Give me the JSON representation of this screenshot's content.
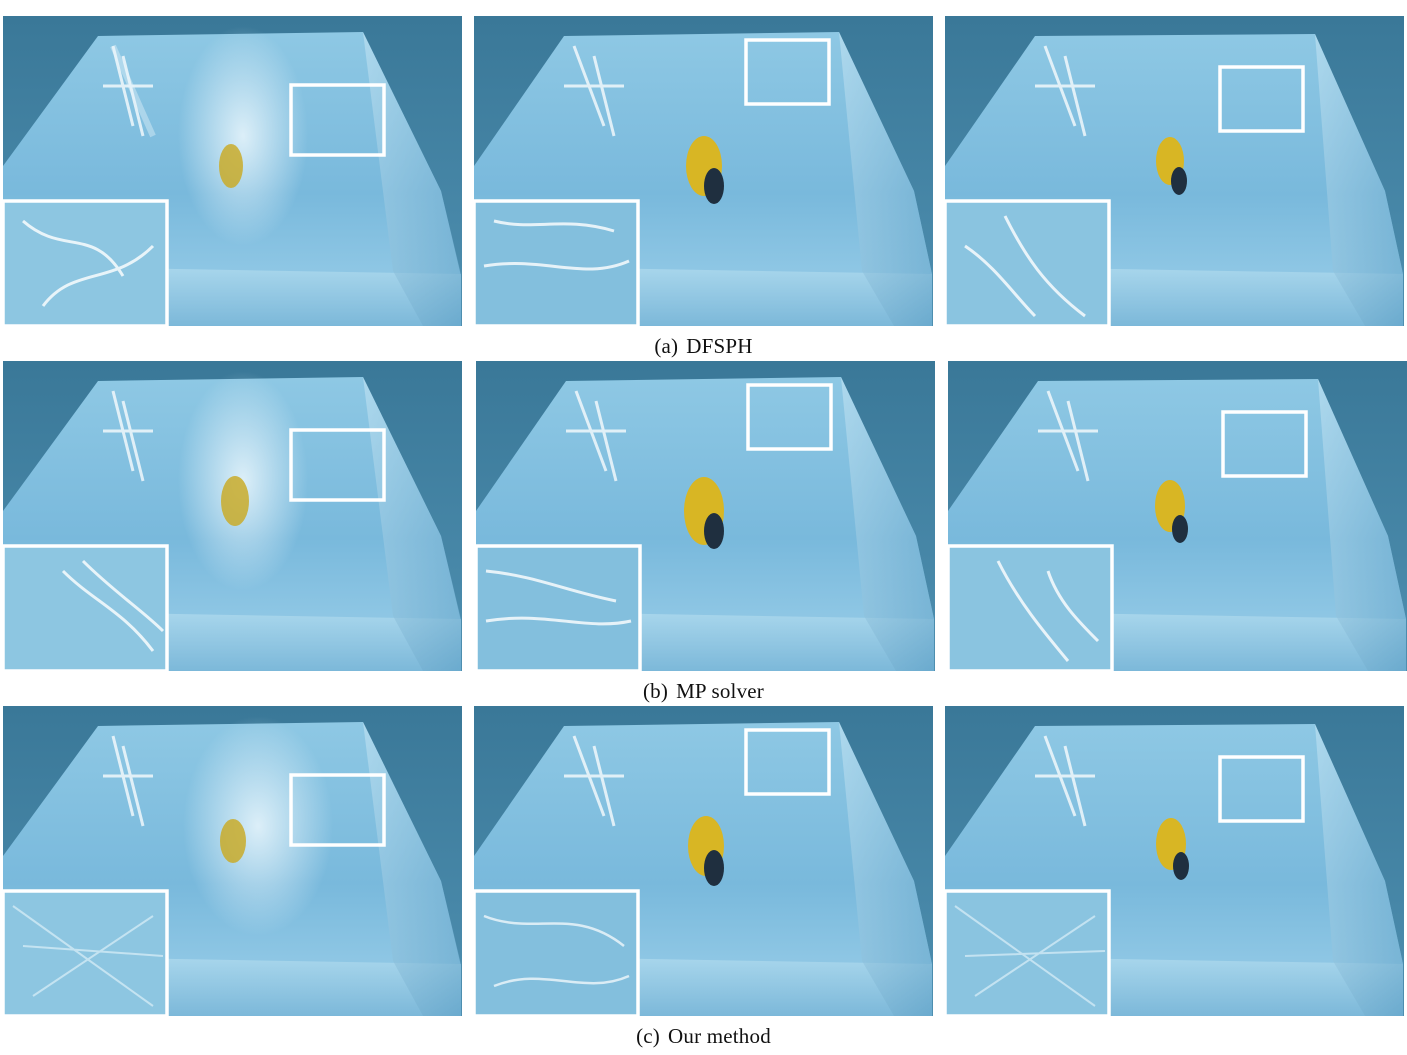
{
  "figure": {
    "rows": [
      {
        "label": "(a)",
        "caption": "DFSPH"
      },
      {
        "label": "(b)",
        "caption": "MP solver"
      },
      {
        "label": "(c)",
        "caption": "Our method"
      }
    ],
    "colors": {
      "background": "#3f7fa0",
      "water_light": "#a9d6ec",
      "water_mid": "#79b9dc",
      "water_dark": "#4f97bf",
      "highlight": "#ffffff",
      "object_yellow": "#d8b624",
      "object_dark": "#1f2f3f"
    }
  }
}
